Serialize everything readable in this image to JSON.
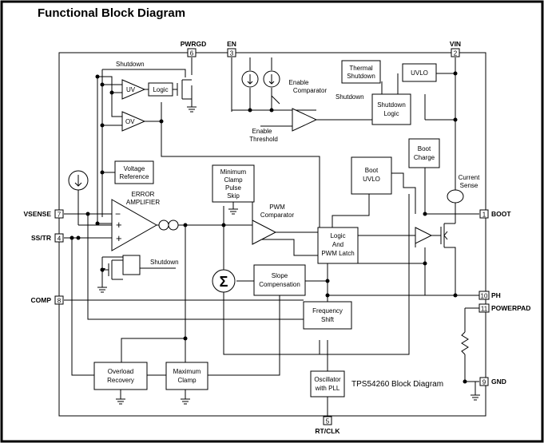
{
  "title": "Functional Block Diagram",
  "caption": "TPS54260 Block Diagram",
  "pins": [
    {
      "id": "pwrgd",
      "name": "PWRGD",
      "number": "6"
    },
    {
      "id": "en",
      "name": "EN",
      "number": "3"
    },
    {
      "id": "vin",
      "name": "VIN",
      "number": "2"
    },
    {
      "id": "vsense",
      "name": "VSENSE",
      "number": "7"
    },
    {
      "id": "sstr",
      "name": "SS/TR",
      "number": "4"
    },
    {
      "id": "comp",
      "name": "COMP",
      "number": "8"
    },
    {
      "id": "boot",
      "name": "BOOT",
      "number": "1"
    },
    {
      "id": "ph",
      "name": "PH",
      "number": "10"
    },
    {
      "id": "powerpad",
      "name": "POWERPAD",
      "number": "11"
    },
    {
      "id": "gnd",
      "name": "GND",
      "number": "9"
    },
    {
      "id": "rtclk",
      "name": "RT/CLK",
      "number": "5"
    }
  ],
  "blocks": {
    "logic_small": "Logic",
    "uv": "UV",
    "ov": "OV",
    "voltage_reference": [
      "Voltage",
      "Reference"
    ],
    "thermal_shutdown": [
      "Thermal",
      "Shutdown"
    ],
    "uvlo": "UVLO",
    "shutdown_logic": [
      "Shutdown",
      "Logic"
    ],
    "boot_charge": [
      "Boot",
      "Charge"
    ],
    "boot_uvlo": [
      "Boot",
      "UVLO"
    ],
    "min_clamp": [
      "Minimum",
      "Clamp",
      "Pulse",
      "Skip"
    ],
    "logic_pwm_latch": [
      "Logic",
      "And",
      "PWM Latch"
    ],
    "slope_compensation": [
      "Slope",
      "Compensation"
    ],
    "frequency_shift": [
      "Frequency",
      "Shift"
    ],
    "oscillator": [
      "Oscillator",
      "with PLL"
    ],
    "overload_recovery": [
      "Overload",
      "Recovery"
    ],
    "maximum_clamp": [
      "Maximum",
      "Clamp"
    ]
  },
  "labels": {
    "shutdown_top": "Shutdown",
    "enable_comparator": [
      "Enable",
      "Comparator"
    ],
    "shutdown_mid": "Shutdown",
    "enable_threshold": [
      "Enable",
      "Threshold"
    ],
    "error_amplifier": [
      "ERROR",
      "AMPLIFIER"
    ],
    "pwm_comparator": [
      "PWM",
      "Comparator"
    ],
    "current_sense": [
      "Current",
      "Sense"
    ],
    "shutdown_low": "Shutdown",
    "sigma": "Σ",
    "plus1": "+",
    "plus2": "+",
    "minus": "−"
  }
}
